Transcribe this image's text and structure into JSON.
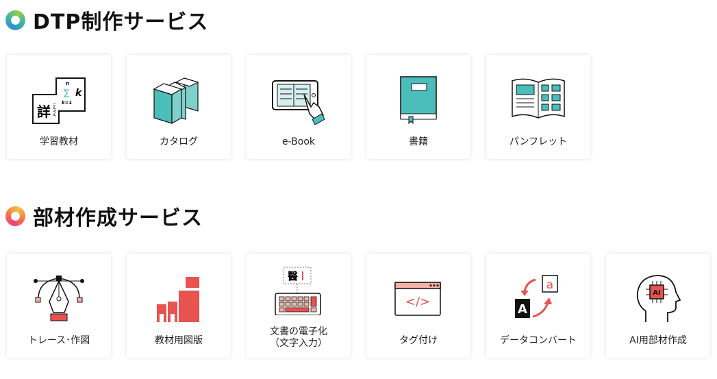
{
  "sections": [
    {
      "title": "DTP制作サービス",
      "icon": "ring-gradient-teal-icon",
      "items": [
        {
          "label": "学習教材",
          "icon": "math-textbook-icon"
        },
        {
          "label": "カタログ",
          "icon": "books-icon"
        },
        {
          "label": "e-Book",
          "icon": "tablet-touch-icon"
        },
        {
          "label": "書籍",
          "icon": "book-icon"
        },
        {
          "label": "パンフレット",
          "icon": "pamphlet-icon"
        }
      ]
    },
    {
      "title": "部材作成サービス",
      "icon": "ring-gradient-orange-icon",
      "items": [
        {
          "label": "トレース･作図",
          "icon": "pen-tool-icon"
        },
        {
          "label": "教材用図版",
          "icon": "blocks-icon"
        },
        {
          "label": "文書の電子化",
          "label2": "（文字入力）",
          "icon": "keyboard-icon"
        },
        {
          "label": "タグ付け",
          "icon": "code-window-icon"
        },
        {
          "label": "データコンバート",
          "icon": "convert-icon"
        },
        {
          "label": "AI用部材作成",
          "icon": "ai-head-icon"
        }
      ]
    }
  ],
  "icon_text": {
    "kanji": "詳",
    "ruby": "こんぺん",
    "sum_top": "n",
    "sum_bottom": "k=1",
    "sum_var": "k",
    "ocr_char": "醫",
    "code": "</>",
    "convert_a": "a",
    "convert_A": "A",
    "ai": "AI"
  },
  "colors": {
    "teal": "#4bbdbb",
    "coral": "#e8524f",
    "pink": "#f3b3a5"
  }
}
